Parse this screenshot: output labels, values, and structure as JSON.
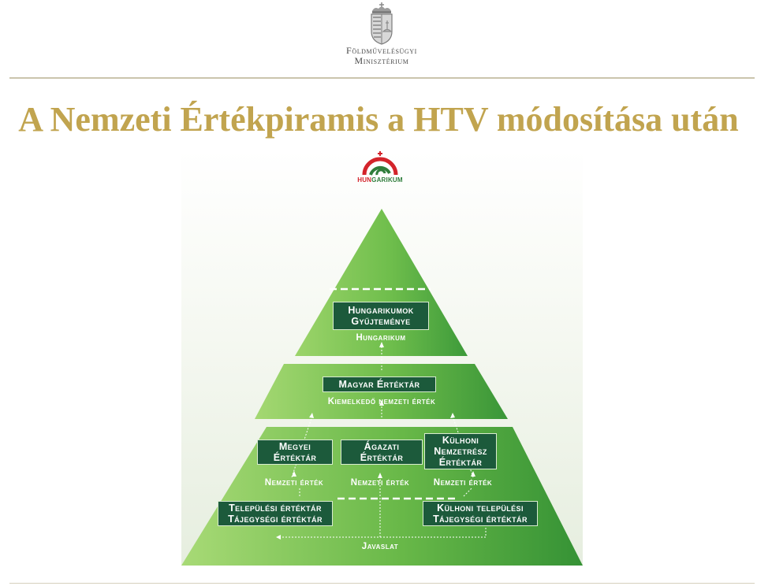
{
  "header": {
    "ministry_line1": "Földművelésügyi",
    "ministry_line2": "Minisztérium"
  },
  "title": "A Nemzeti Értékpiramis a HTV módosítása után",
  "logo": {
    "text_red": "HUN",
    "text_green": "GARIKUM"
  },
  "pyramid": {
    "top": {
      "box": "Hungarikumok Gyűjteménye",
      "label": "Hungarikum"
    },
    "middle": {
      "box": "Magyar Értéktár",
      "label": "Kiemelkedő nemzeti érték"
    },
    "bottom": {
      "boxes": [
        "Megyei Értéktár",
        "Ágazati Értéktár",
        "Külhoni Nemzetrész Értéktár"
      ],
      "labels": [
        "Nemzeti érték",
        "Nemzeti érték",
        "Nemzeti érték"
      ],
      "base_boxes": [
        "Települési értéktár Tájegységi értéktár",
        "Külhoni települési Tájegységi értéktár"
      ],
      "footer_label": "Javaslat"
    }
  },
  "colors": {
    "title": "#c1a44f",
    "box": "#1c5a3b",
    "pyramid_light": "#8fcf5f",
    "pyramid_dark": "#3f9b3b"
  },
  "icons": [
    "hungarian-coat-of-arms-icon",
    "hungarikum-logo-icon"
  ]
}
